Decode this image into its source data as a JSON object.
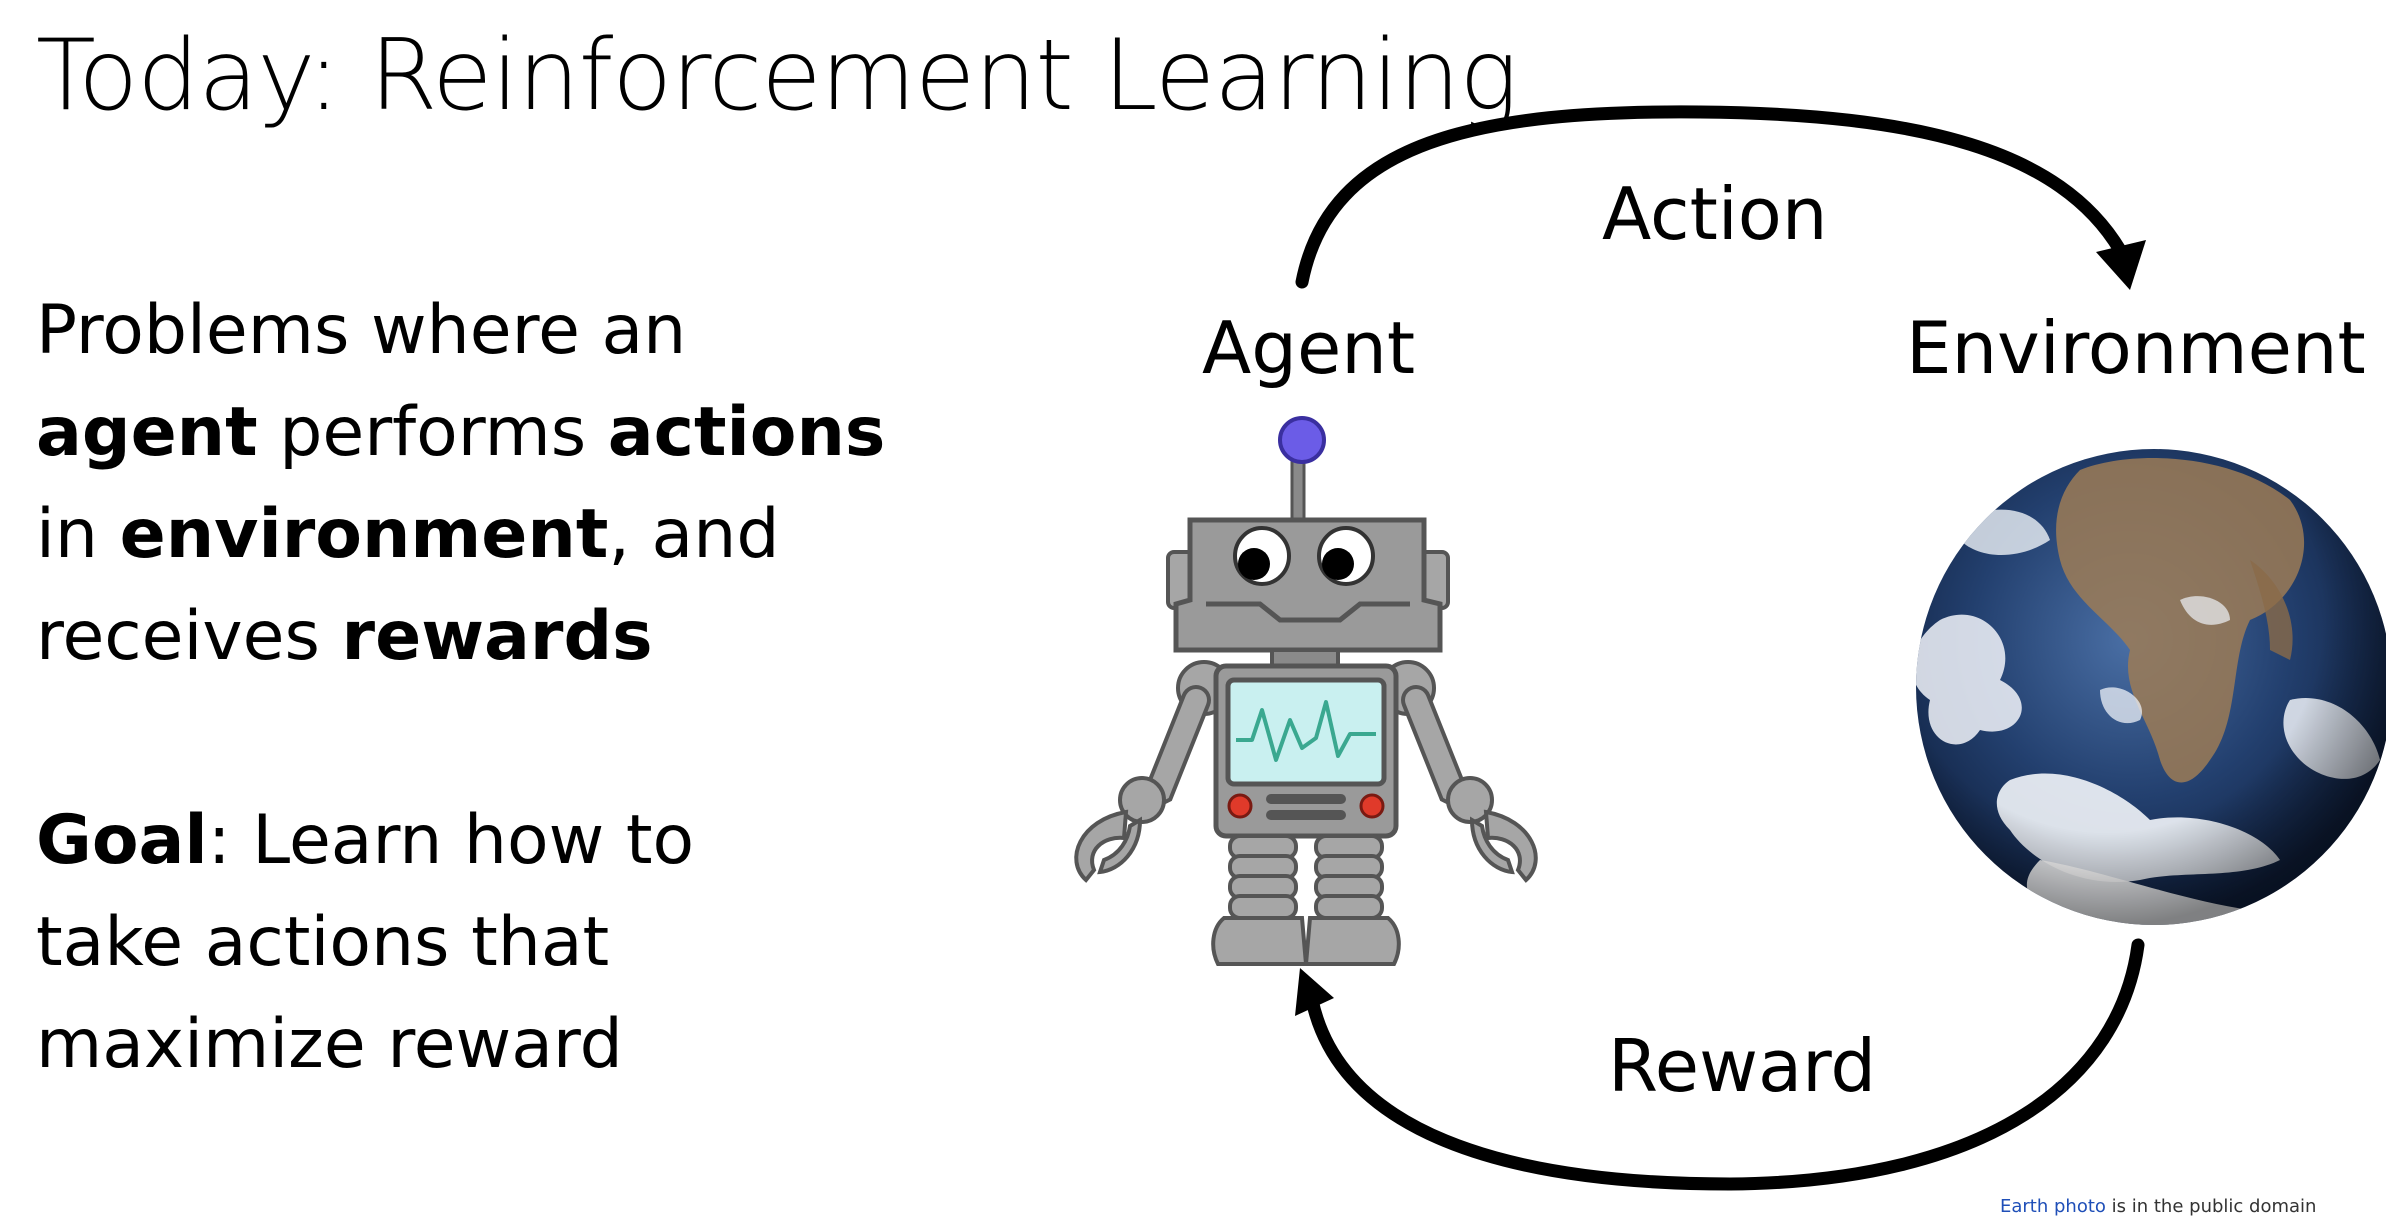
{
  "slide": {
    "title": "Today: Reinforcement Learning",
    "para1": {
      "line1": "Problems where an",
      "line2_b1": "agent",
      "line2_t1": " performs ",
      "line2_b2": "actions",
      "line3_t1": "in ",
      "line3_b1": "environment",
      "line3_t2": ", and",
      "line4_t1": "receives ",
      "line4_b1": "rewards"
    },
    "para2": {
      "line1_b1": "Goal",
      "line1_t1": ": Learn how to",
      "line2": "take actions that",
      "line3": "maximize reward"
    }
  },
  "diagram": {
    "nodes": {
      "agent": "Agent",
      "environment": "Environment"
    },
    "edges": {
      "action": "Action",
      "reward": "Reward"
    },
    "icons": {
      "agent_image": "robot-illustration",
      "environment_image": "earth-photo"
    }
  },
  "credit": {
    "link_text": "Earth photo",
    "rest": " is in the public domain"
  },
  "colors": {
    "robot_body": "#9a9a9a",
    "robot_dark": "#5a5a5a",
    "robot_antenna_ball": "#6b5ce7",
    "robot_screen": "#c9f0f0",
    "robot_heartbeat": "#3aa890",
    "robot_buttons": "#e03a2a",
    "earth_ocean": "#1c3564",
    "arrow": "#000000"
  }
}
